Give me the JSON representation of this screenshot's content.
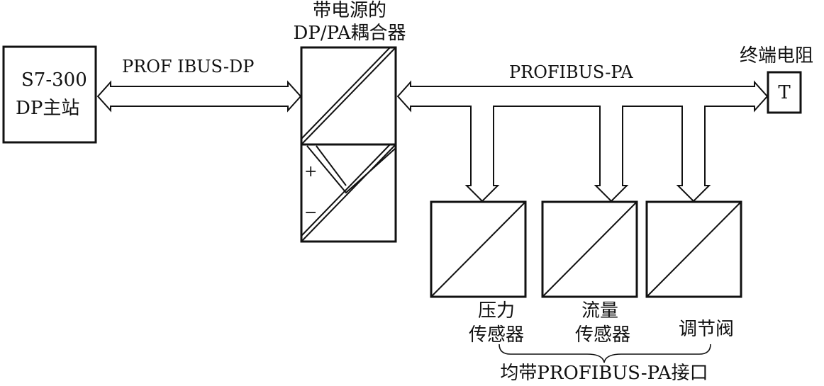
{
  "master": {
    "line1": "S7-300",
    "line2": "DP主站"
  },
  "bus_dp": {
    "label": "PROF IBUS-DP"
  },
  "coupler": {
    "line1": "带电源的",
    "line2": "DP/PA耦合器",
    "plus": "+",
    "minus": "−"
  },
  "bus_pa": {
    "label": "PROFIBUS-PA"
  },
  "terminator": {
    "title": "终端电阻",
    "symbol": "T"
  },
  "devices": [
    {
      "line1": "压力",
      "line2": "传感器"
    },
    {
      "line1": "流量",
      "line2": "传感器"
    },
    {
      "line1": "",
      "line2": "调节阀"
    }
  ],
  "brace_note": "均带PROFIBUS-PA接口"
}
